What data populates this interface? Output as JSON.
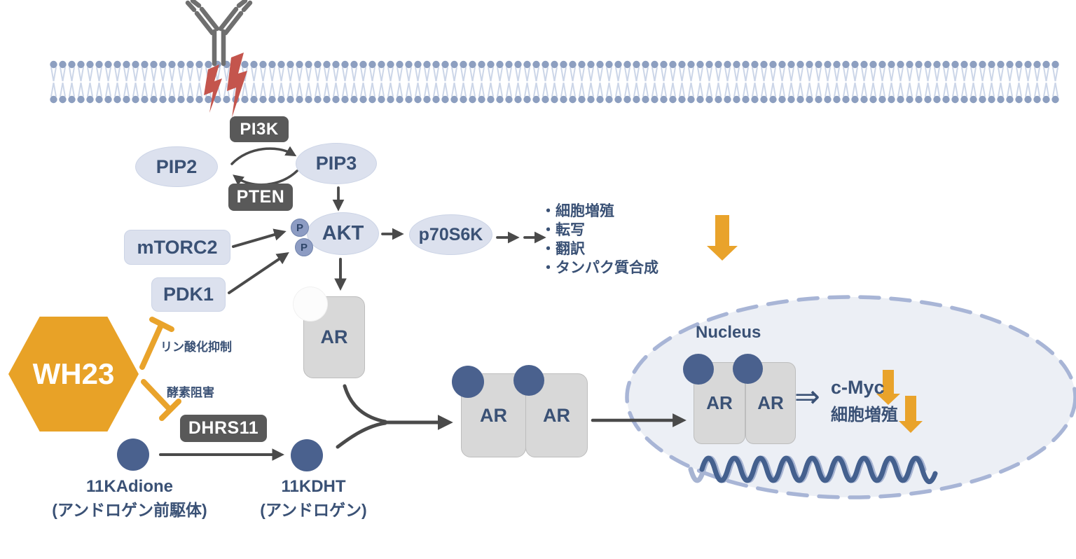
{
  "labels": {
    "pi3k": "PI3K",
    "pten": "PTEN",
    "pip2": "PIP2",
    "pip3": "PIP3",
    "akt": "AKT",
    "phospho": "P",
    "p70s6k": "p70S6K",
    "mtorc2": "mTORC2",
    "pdk1": "PDK1",
    "wh23": "WH23",
    "dhrs11": "DHRS11",
    "ar": "AR",
    "nucleus": "Nucleus",
    "cmyc": "c-Myc",
    "proliferation": "細胞増殖",
    "implies": "⇒"
  },
  "akt_effects": [
    "・細胞増殖",
    "・転写",
    "・翻訳",
    "・タンパク質合成"
  ],
  "inhibitions": {
    "phosphorylation": "リン酸化抑制",
    "enzyme": "酵素阻害"
  },
  "molecules": {
    "precursor": {
      "name": "11KAdione",
      "note": "(アンドロゲン前駆体)"
    },
    "androgen": {
      "name": "11KDHT",
      "note": "(アンドロゲン)"
    }
  },
  "icons": {
    "receptor": "antibody-icon",
    "signal": "lightning-icon",
    "decrease": "down-arrow-icon",
    "dna": "dna-helix-icon"
  },
  "colors": {
    "accent_orange": "#E9A32B",
    "hexagon_orange": "#E8A227",
    "node_fill": "#DCE1EE",
    "text_navy": "#3A5175",
    "dark_box": "#595959",
    "molecule_circle": "#4A618E",
    "membrane_head": "#8D9FC0",
    "lightning_red": "#C4554D",
    "ar_box": "#D8D8D8",
    "nucleus_fill": "#ECEFF5",
    "nucleus_border": "#A8B5D6",
    "arrow_gray": "#4A4A4A"
  }
}
